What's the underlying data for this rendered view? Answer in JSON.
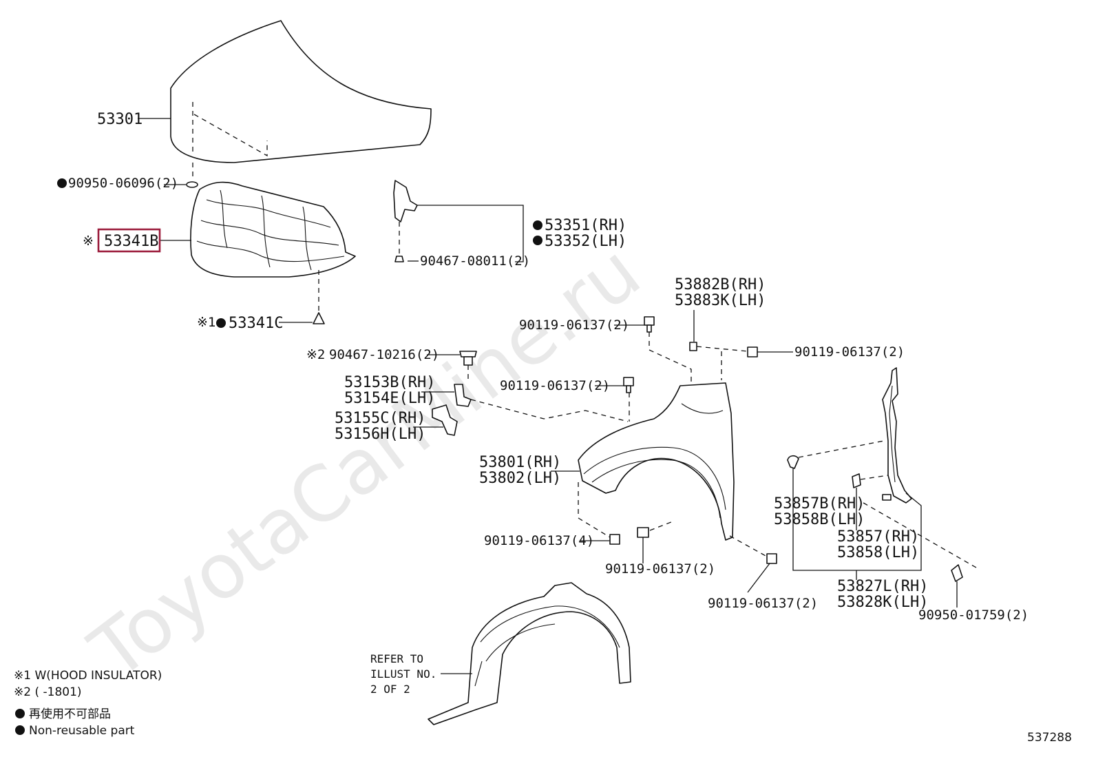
{
  "watermark": "ToyotaCarMine.ru",
  "diagram_number": "537288",
  "refer_note": [
    "REFER TO",
    "ILLUST NO.",
    "2 OF 2"
  ],
  "footnotes": {
    "n1": "※1 W(HOOD INSULATOR)",
    "n2": "※2 (      -1801)",
    "nonreuse_jp": "再使用不可部品",
    "nonreuse_en": "Non-reusable part"
  },
  "parts": {
    "hood": "53301",
    "hood_seal": "90950-06096(2)",
    "insulator_mark": "※",
    "insulator": "53341B",
    "insulator_clip_mark": "※1",
    "insulator_clip": "53341C",
    "hinge_rh": "53351(RH)",
    "hinge_lh": "53352(LH)",
    "hinge_clip": "90467-08011(2)",
    "seal_rh": "53882B(RH)",
    "seal_lh": "53883K(LH)",
    "bolt_a": "90119-06137(2)",
    "bolt_b": "90119-06137(2)",
    "clip_mark": "※2",
    "clip": "90467-10216(2)",
    "bracket_rh": "53153B(RH)",
    "bracket_lh": "53154E(LH)",
    "bolt_c": "90119-06137(2)",
    "spacer_rh": "53155C(RH)",
    "spacer_lh": "53156H(LH)",
    "fender_rh": "53801(RH)",
    "fender_lh": "53802(LH)",
    "bolt_d": "90119-06137(4)",
    "bolt_e": "90119-06137(2)",
    "bolt_f": "90119-06137(2)",
    "cushion_b_rh": "53857B(RH)",
    "cushion_b_lh": "53858B(LH)",
    "cushion_rh": "53857(RH)",
    "cushion_lh": "53858(LH)",
    "fender_seal_rh": "53827L(RH)",
    "fender_seal_lh": "53828K(LH)",
    "seal_clip": "90950-01759(2)"
  }
}
